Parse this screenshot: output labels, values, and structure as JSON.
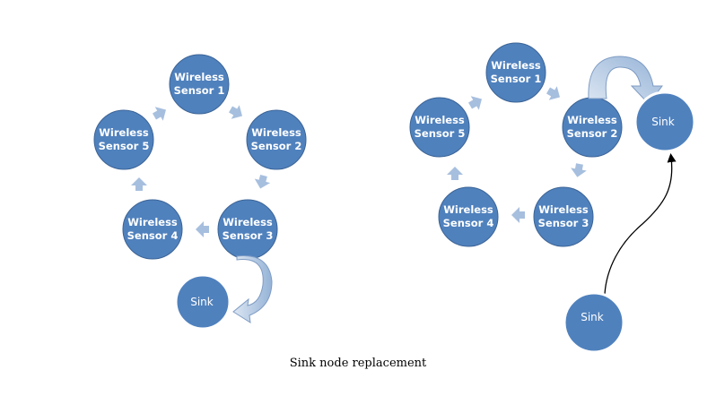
{
  "caption": "Sink node replacement",
  "colors": {
    "node_fill": "#4f81bd",
    "cycle_arrow": "#a7bfde",
    "move_arrow_light": "#dce6f2",
    "move_arrow_dark": "#95b3d7"
  },
  "left_diagram": {
    "nodes": [
      {
        "line1": "Wireless",
        "line2": "Sensor 1"
      },
      {
        "line1": "Wireless",
        "line2": "Sensor 2"
      },
      {
        "line1": "Wireless",
        "line2": "Sensor 3"
      },
      {
        "line1": "Wireless",
        "line2": "Sensor 4"
      },
      {
        "line1": "Wireless",
        "line2": "Sensor 5"
      }
    ],
    "sink_label": "Sink"
  },
  "right_diagram": {
    "nodes": [
      {
        "line1": "Wireless",
        "line2": "Sensor 1"
      },
      {
        "line1": "Wireless",
        "line2": "Sensor 2"
      },
      {
        "line1": "Wireless",
        "line2": "Sensor 3"
      },
      {
        "line1": "Wireless",
        "line2": "Sensor 4"
      },
      {
        "line1": "Wireless",
        "line2": "Sensor 5"
      }
    ],
    "sink_top_label": "Sink",
    "sink_bottom_label": "Sink"
  }
}
